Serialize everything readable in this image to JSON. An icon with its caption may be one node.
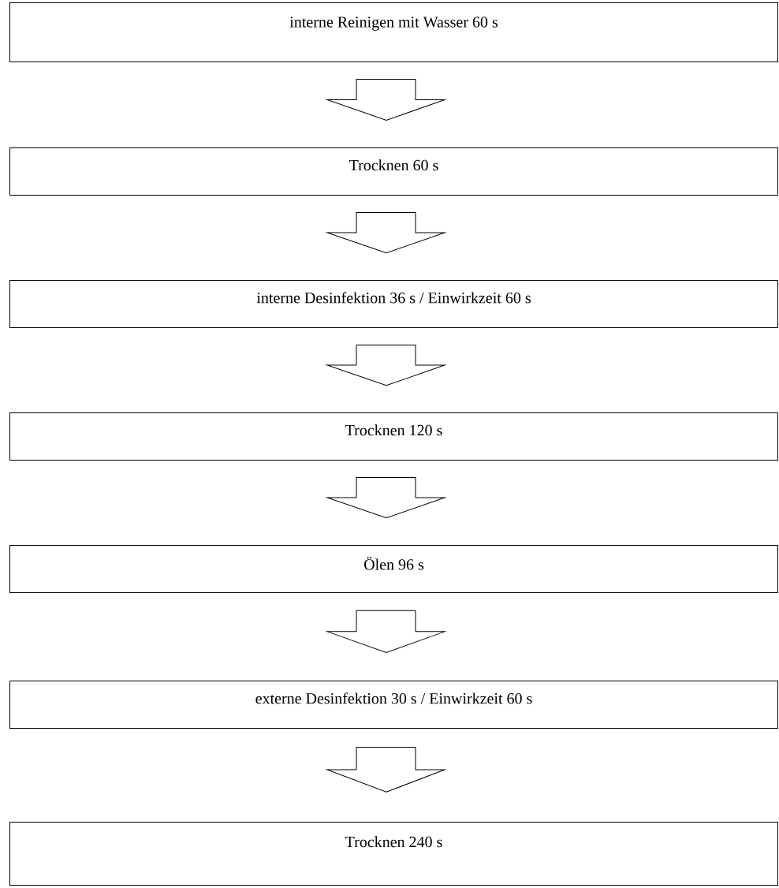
{
  "diagram": {
    "nodes": [
      {
        "text": [
          "interne Reinigen mit Wasser 60 s"
        ]
      },
      {
        "text": [
          "Trocknen 60 s"
        ]
      },
      {
        "text": [
          "interne Desinfektion 36 s / Einwirkzeit 60 s"
        ]
      },
      {
        "text": [
          "Trocknen  120 s"
        ]
      },
      {
        "text": [
          "Ölen 96 s"
        ]
      },
      {
        "text": [
          "externe Desinfektion 30 s / Einwirkzeit 60 s"
        ]
      },
      {
        "text": [
          "Trocknen 240 s"
        ]
      }
    ],
    "edges": [
      {
        "from": 0,
        "to": 1,
        "arrow": "to"
      },
      {
        "from": 1,
        "to": 2,
        "arrow": "to"
      },
      {
        "from": 2,
        "to": 3,
        "arrow": "to"
      },
      {
        "from": 3,
        "to": 4,
        "arrow": "to"
      },
      {
        "from": 4,
        "to": 5,
        "arrow": "to"
      },
      {
        "from": 5,
        "to": 6,
        "arrow": "to"
      }
    ]
  }
}
